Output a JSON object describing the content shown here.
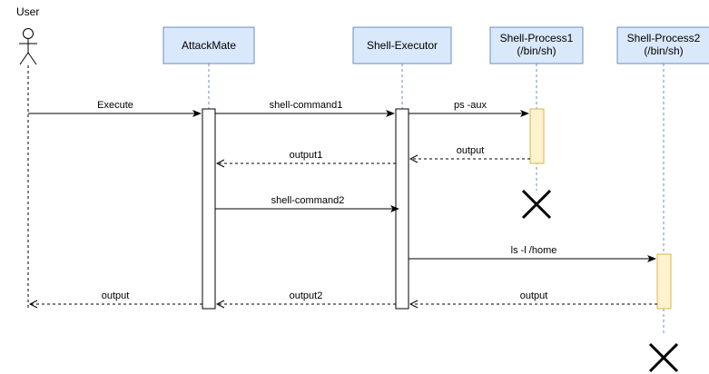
{
  "actor": {
    "label": "User"
  },
  "participants": [
    {
      "id": "attackmate",
      "line1": "AttackMate",
      "line2": ""
    },
    {
      "id": "shell-executor",
      "line1": "Shell-Executor",
      "line2": ""
    },
    {
      "id": "shell-process1",
      "line1": "Shell-Process1",
      "line2": "(/bin/sh)"
    },
    {
      "id": "shell-process2",
      "line1": "Shell-Process2",
      "line2": "(/bin/sh)"
    }
  ],
  "messages": [
    {
      "from": "user",
      "to": "attackmate",
      "label": "Execute",
      "style": "solid"
    },
    {
      "from": "attackmate",
      "to": "shell-executor",
      "label": "shell-command1",
      "style": "solid"
    },
    {
      "from": "shell-executor",
      "to": "shell-process1",
      "label": "ps -aux",
      "style": "solid"
    },
    {
      "from": "shell-process1",
      "to": "shell-executor",
      "label": "output",
      "style": "dashed"
    },
    {
      "from": "shell-executor",
      "to": "attackmate",
      "label": "output1",
      "style": "dashed"
    },
    {
      "from": "attackmate",
      "to": "shell-executor",
      "label": "shell-command2",
      "style": "solid"
    },
    {
      "from": "shell-executor",
      "to": "shell-process2",
      "label": "ls -l /home",
      "style": "solid"
    },
    {
      "from": "shell-process2",
      "to": "shell-executor",
      "label": "output",
      "style": "dashed"
    },
    {
      "from": "shell-executor",
      "to": "attackmate",
      "label": "output2",
      "style": "dashed"
    },
    {
      "from": "attackmate",
      "to": "user",
      "label": "output",
      "style": "dashed"
    }
  ],
  "terminations": [
    "shell-process1",
    "shell-process2"
  ],
  "colors": {
    "participant_fill": "#dae8fc",
    "participant_stroke": "#6c8ebf",
    "process_activation_fill": "#fff2cc",
    "process_activation_stroke": "#d6b656",
    "activation_fill": "#ffffff",
    "lifeline": "#6c8ebf",
    "line": "#000000"
  }
}
